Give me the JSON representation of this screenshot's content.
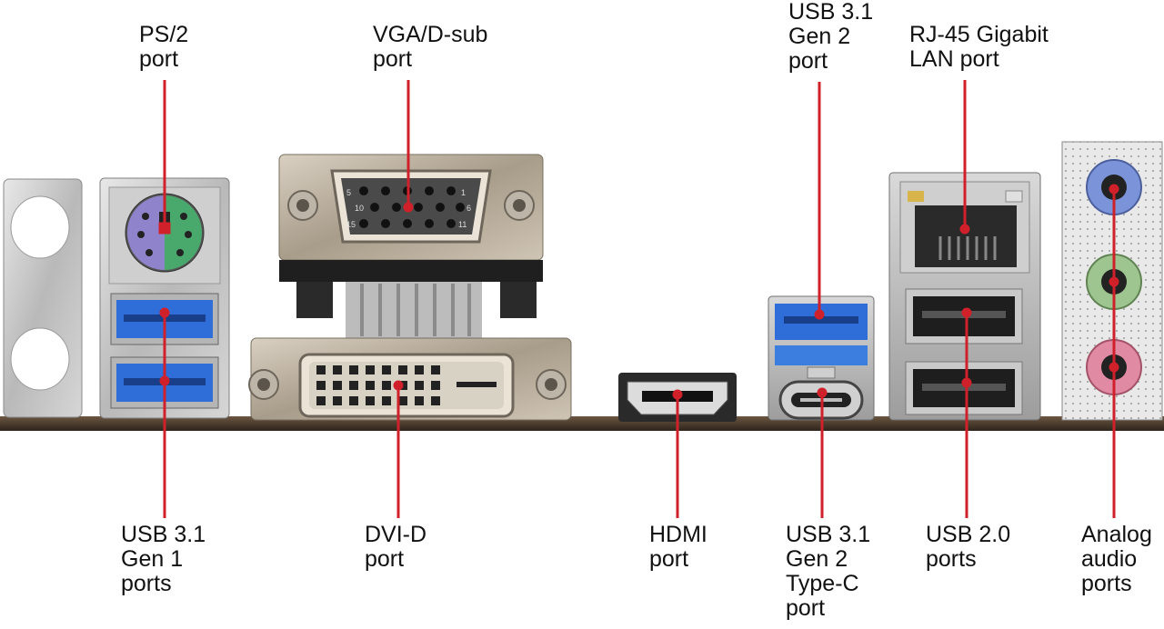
{
  "diagram": {
    "leader_color": "#d0202a",
    "labels": {
      "ps2": [
        "PS/2",
        "port"
      ],
      "vga": [
        "VGA/D-sub",
        "port"
      ],
      "usb31g2": [
        "USB 3.1",
        "Gen 2",
        "port"
      ],
      "rj45": [
        "RJ-45 Gigabit",
        "LAN port"
      ],
      "usb31g1": [
        "USB 3.1",
        "Gen 1",
        "ports"
      ],
      "dvid": [
        "DVI-D",
        "port"
      ],
      "hdmi": [
        "HDMI",
        "port"
      ],
      "usbc": [
        "USB 3.1",
        "Gen 2",
        "Type-C",
        "port"
      ],
      "usb20": [
        "USB 2.0",
        "ports"
      ],
      "audio": [
        "Analog",
        "audio",
        "ports"
      ]
    },
    "connector_markings": {
      "vga_pin_1": "1",
      "vga_pin_5": "5",
      "vga_pin_6": "6",
      "vga_pin_10": "10",
      "vga_pin_11": "11",
      "vga_pin_15": "15"
    },
    "colors": {
      "ps2_keyboard": "#8f84cc",
      "ps2_mouse": "#49a86b",
      "usb3_blue": "#2f6ed8",
      "audio_line_in": "#7b93d8",
      "audio_line_out": "#9ec48f",
      "audio_mic": "#e08aa3",
      "board": "#4a3a2c"
    }
  }
}
